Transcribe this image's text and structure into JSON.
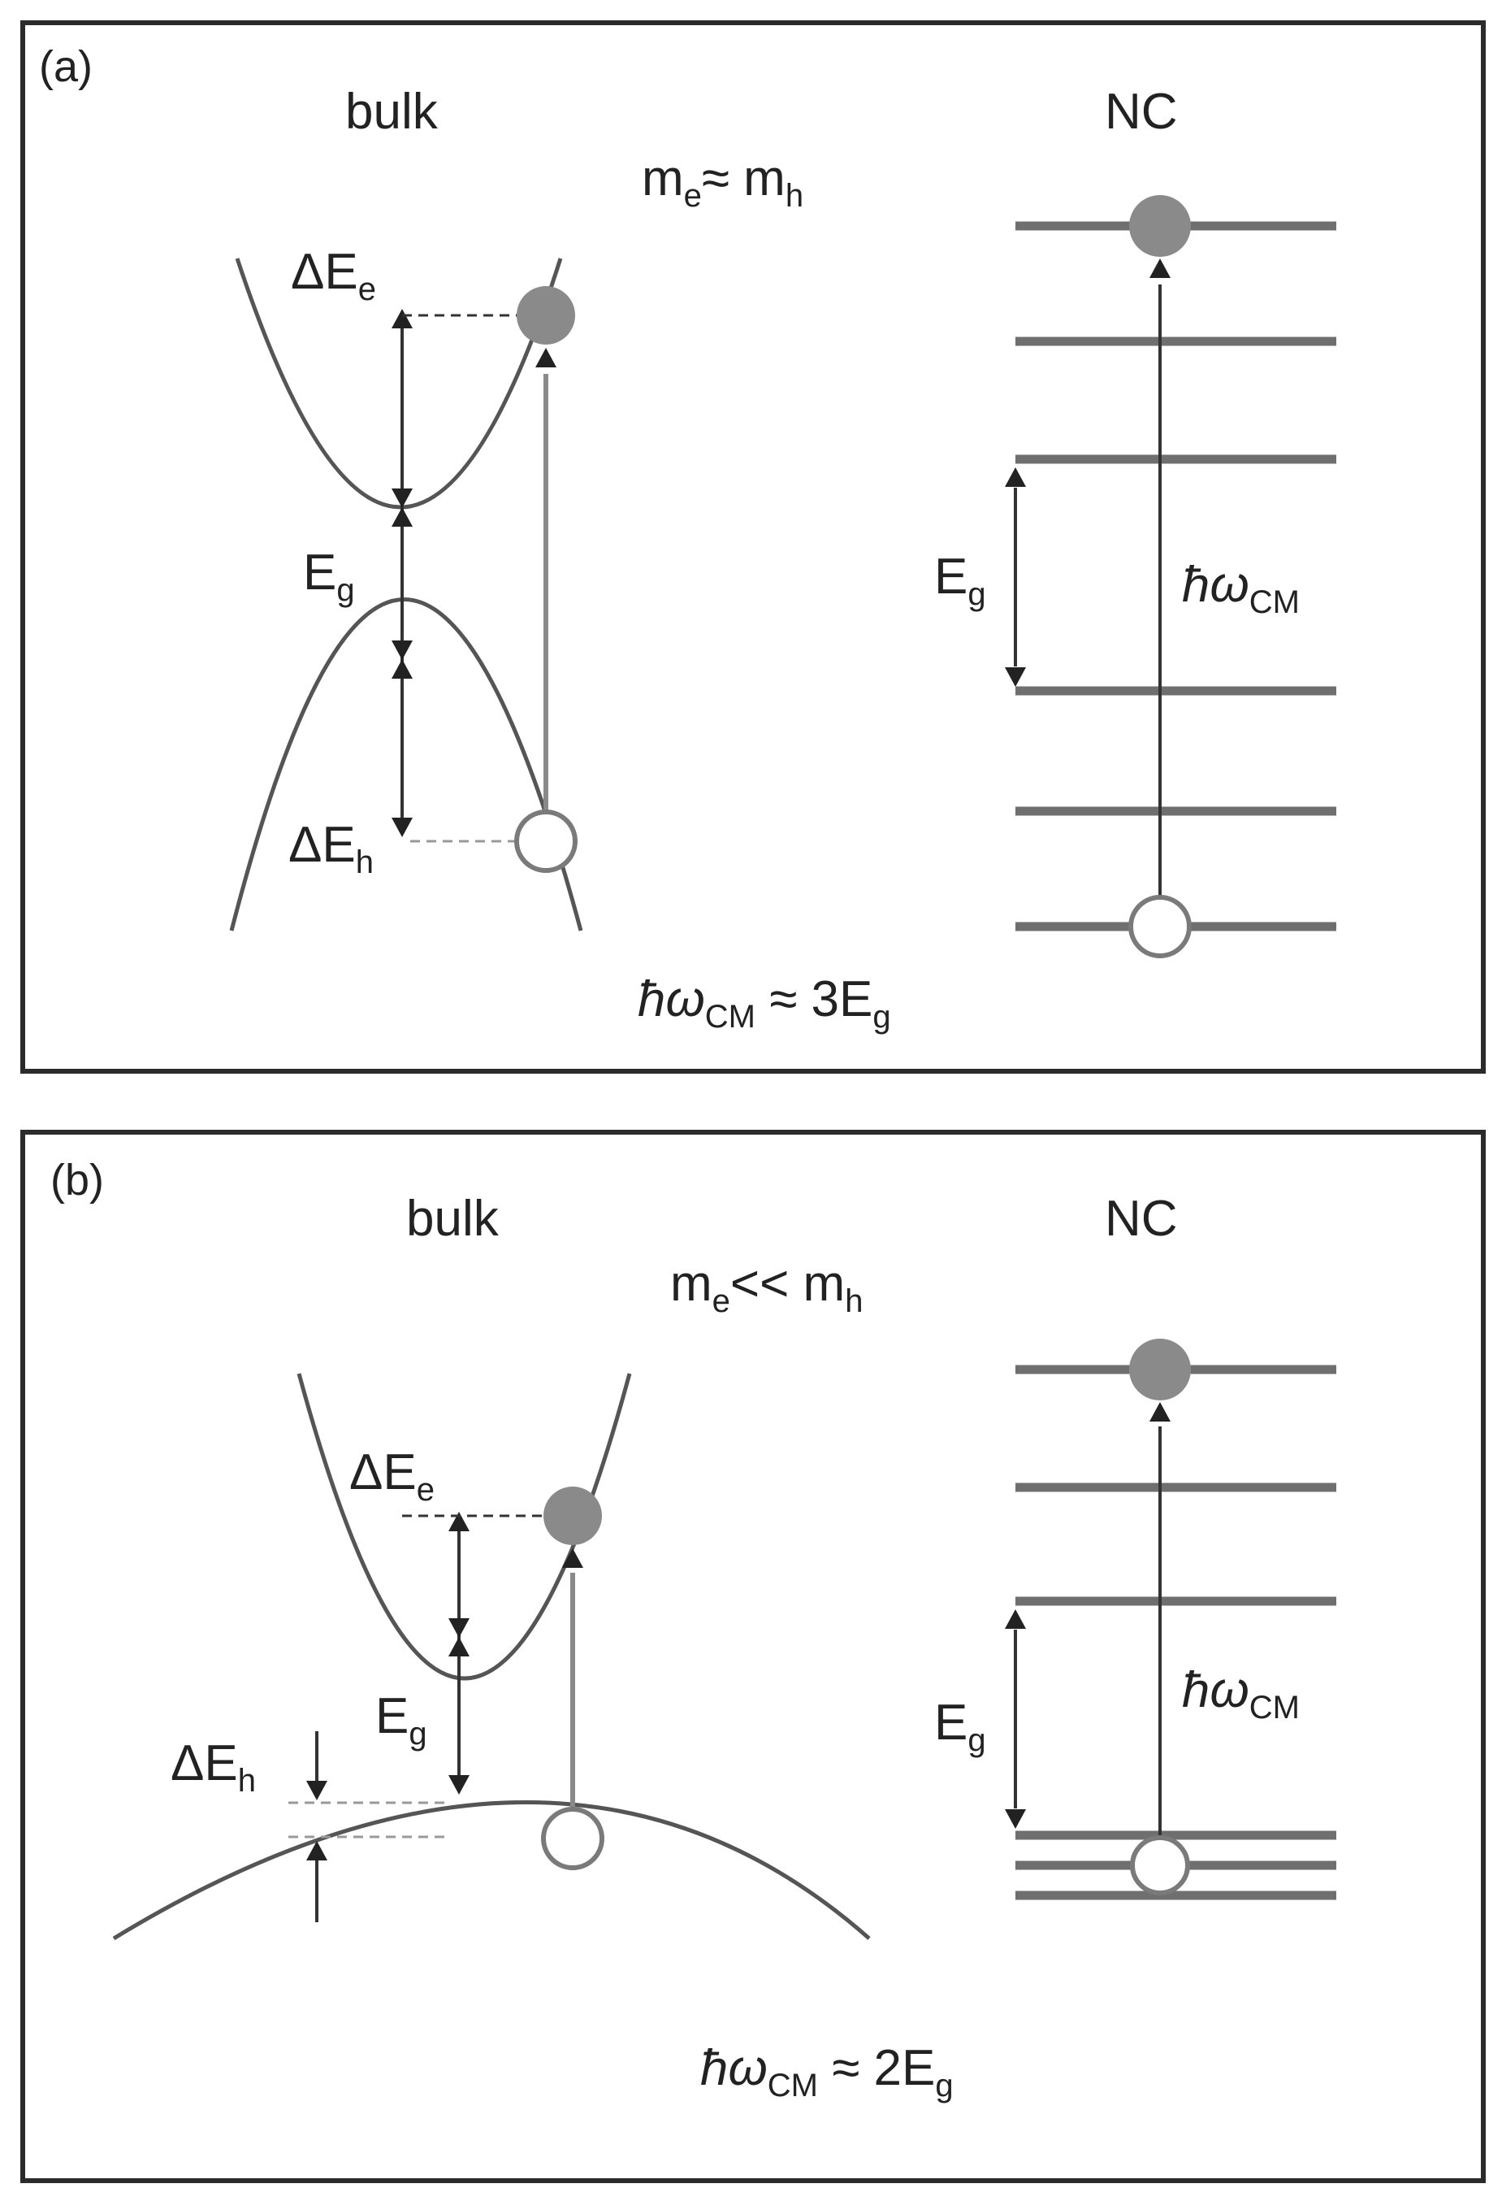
{
  "panel_a": {
    "label": "(a)",
    "bulk_title": "bulk",
    "nc_title": "NC",
    "mass_relation": {
      "m1": "m",
      "s1": "e",
      "rel": "≈ m",
      "s2": "h"
    },
    "dEe": {
      "main": "ΔE",
      "sub": "e"
    },
    "Eg": {
      "main": "E",
      "sub": "g"
    },
    "dEh": {
      "main": "ΔE",
      "sub": "h"
    },
    "nc_Eg": {
      "main": "E",
      "sub": "g"
    },
    "nc_hw": {
      "main": "ħω",
      "sub": "CM"
    },
    "threshold": {
      "main": "ħω",
      "sub": "CM",
      "rel": " ≈ 3E",
      "sub2": "g"
    }
  },
  "panel_b": {
    "label": "(b)",
    "bulk_title": "bulk",
    "nc_title": "NC",
    "mass_relation": {
      "m1": "m",
      "s1": "e",
      "rel": "<< m",
      "s2": "h"
    },
    "dEe": {
      "main": "ΔE",
      "sub": "e"
    },
    "Eg": {
      "main": "E",
      "sub": "g"
    },
    "dEh": {
      "main": "ΔE",
      "sub": "h"
    },
    "nc_Eg": {
      "main": "E",
      "sub": "g"
    },
    "nc_hw": {
      "main": "ħω",
      "sub": "CM"
    },
    "threshold": {
      "main": "ħω",
      "sub": "CM",
      "rel": " ≈ 2E",
      "sub2": "g"
    }
  },
  "colors": {
    "frame": "#2b2b2b",
    "electron": "#8a8a8a",
    "hole_fill": "#ffffff",
    "hole_stroke": "#7a7a7a",
    "levels": "#6f6f6f"
  }
}
